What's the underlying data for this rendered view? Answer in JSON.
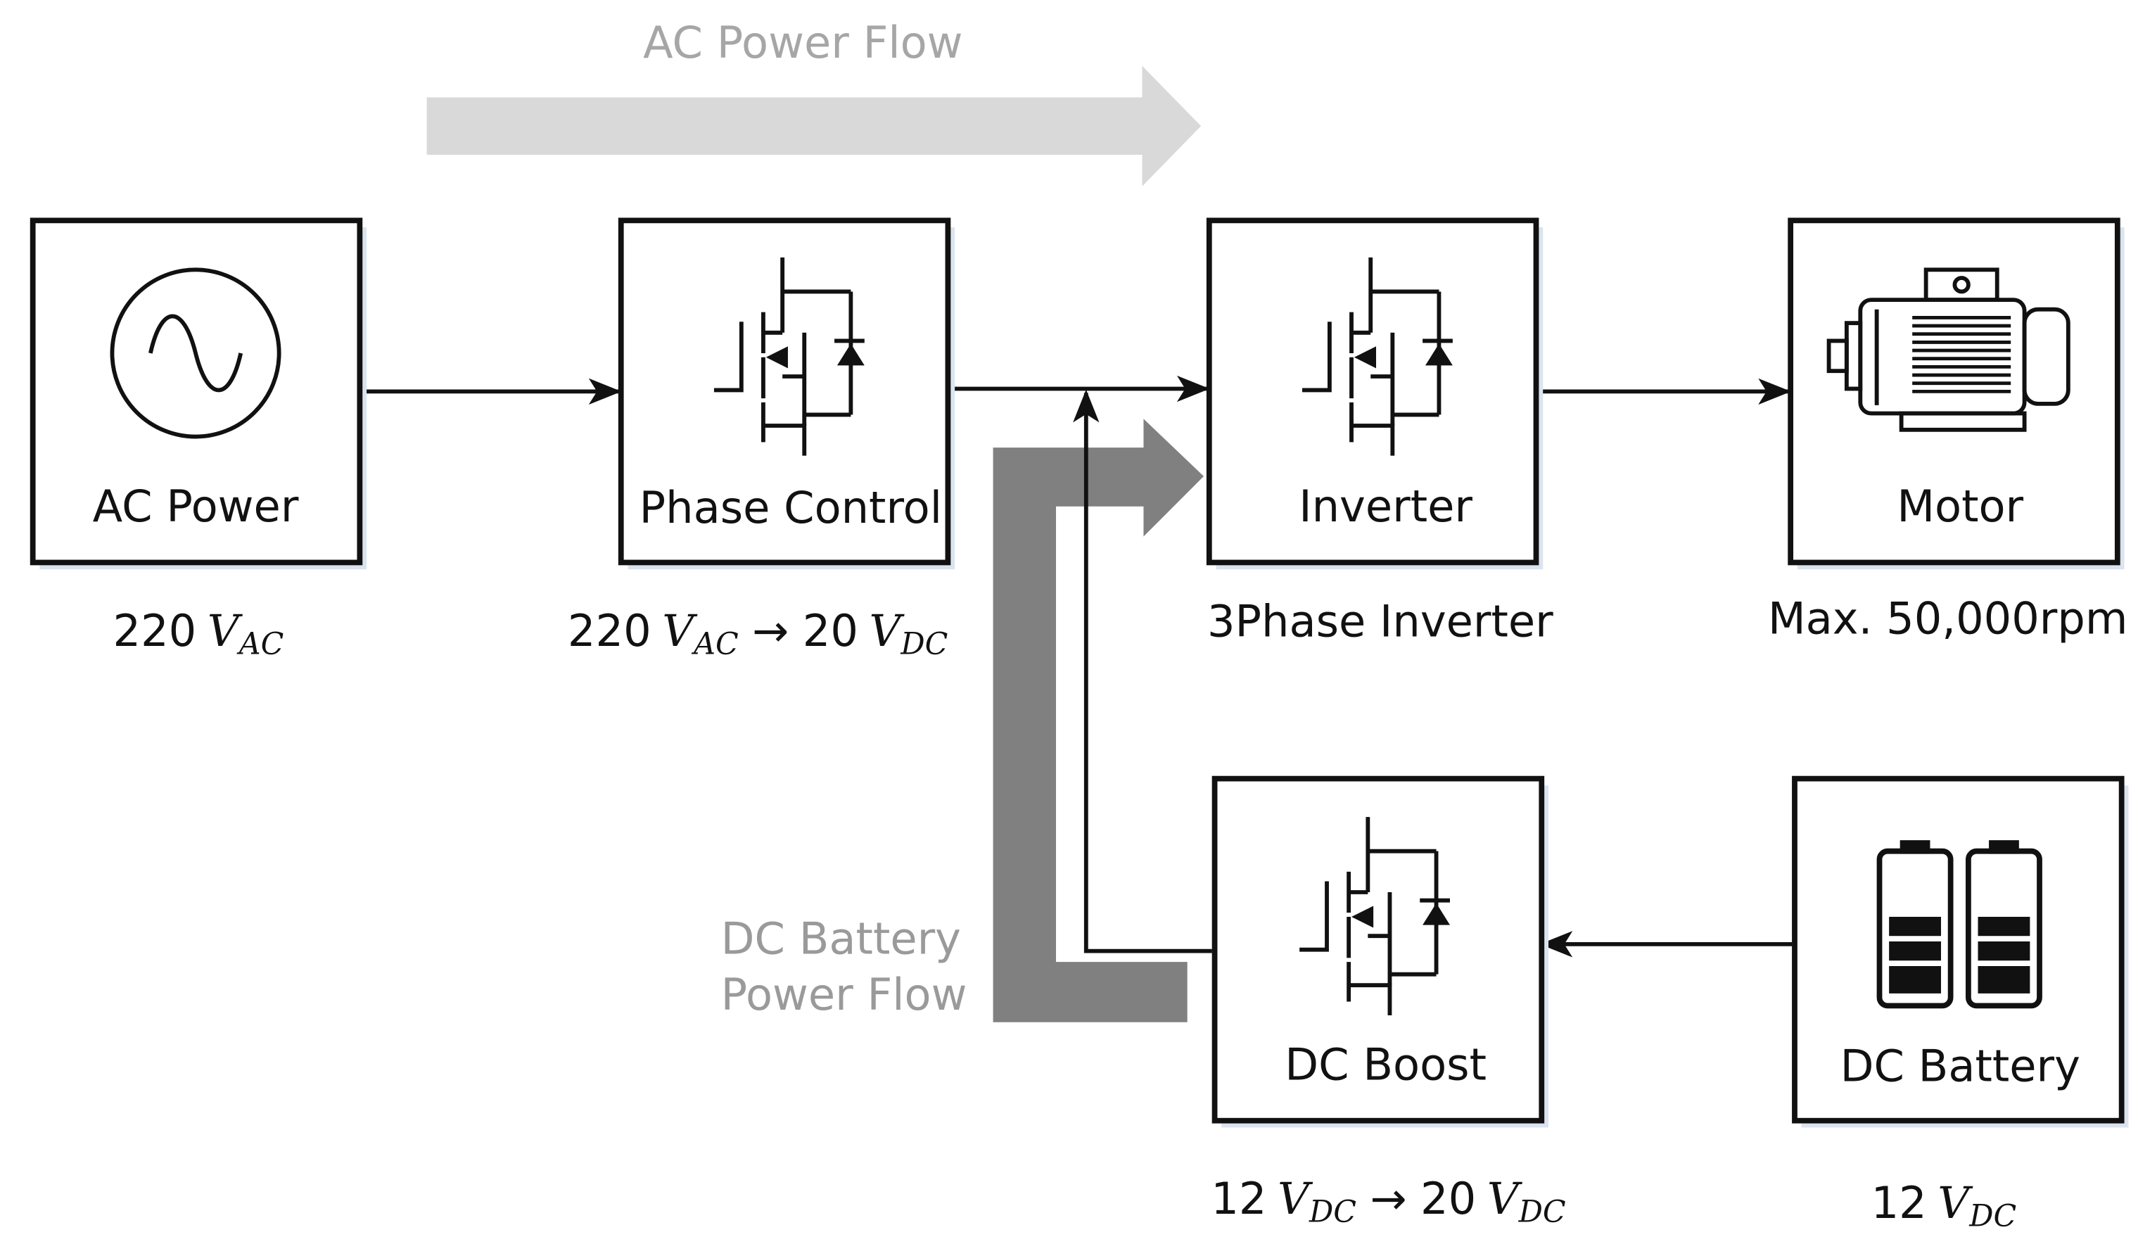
{
  "colors": {
    "stroke": "#111111",
    "ac_flow": "#d9d9d9",
    "ac_flow_text": "#a6a6a6",
    "dc_flow": "#808080",
    "dc_flow_text": "#9a9a9a",
    "box_shadow": "#dbe4ee"
  },
  "flows": {
    "ac_label": "AC Power Flow",
    "dc_label_line1": "DC Battery",
    "dc_label_line2": "Power Flow"
  },
  "blocks": {
    "ac_power": {
      "label": "AC Power",
      "icon": "ac-source-icon",
      "spec_value": "220",
      "spec_unit": "V",
      "spec_sub": "AC"
    },
    "phase_control": {
      "label": "Phase Control",
      "icon": "mosfet-icon",
      "spec_in": "220",
      "spec_in_unit": "V",
      "spec_in_sub": "AC",
      "spec_arrow": "→",
      "spec_out": "20",
      "spec_out_unit": "V",
      "spec_out_sub": "DC"
    },
    "inverter": {
      "label": "Inverter",
      "icon": "mosfet-icon",
      "spec": "3Phase Inverter"
    },
    "motor": {
      "label": "Motor",
      "icon": "motor-icon",
      "spec": "Max. 50,000rpm"
    },
    "dc_boost": {
      "label": "DC Boost",
      "icon": "mosfet-icon",
      "spec_in": "12",
      "spec_in_unit": "V",
      "spec_in_sub": "DC",
      "spec_arrow": "→",
      "spec_out": "20",
      "spec_out_unit": "V",
      "spec_out_sub": "DC"
    },
    "dc_battery": {
      "label": "DC Battery",
      "icon": "battery-icon",
      "spec_value": "12",
      "spec_unit": "V",
      "spec_sub": "DC"
    }
  }
}
